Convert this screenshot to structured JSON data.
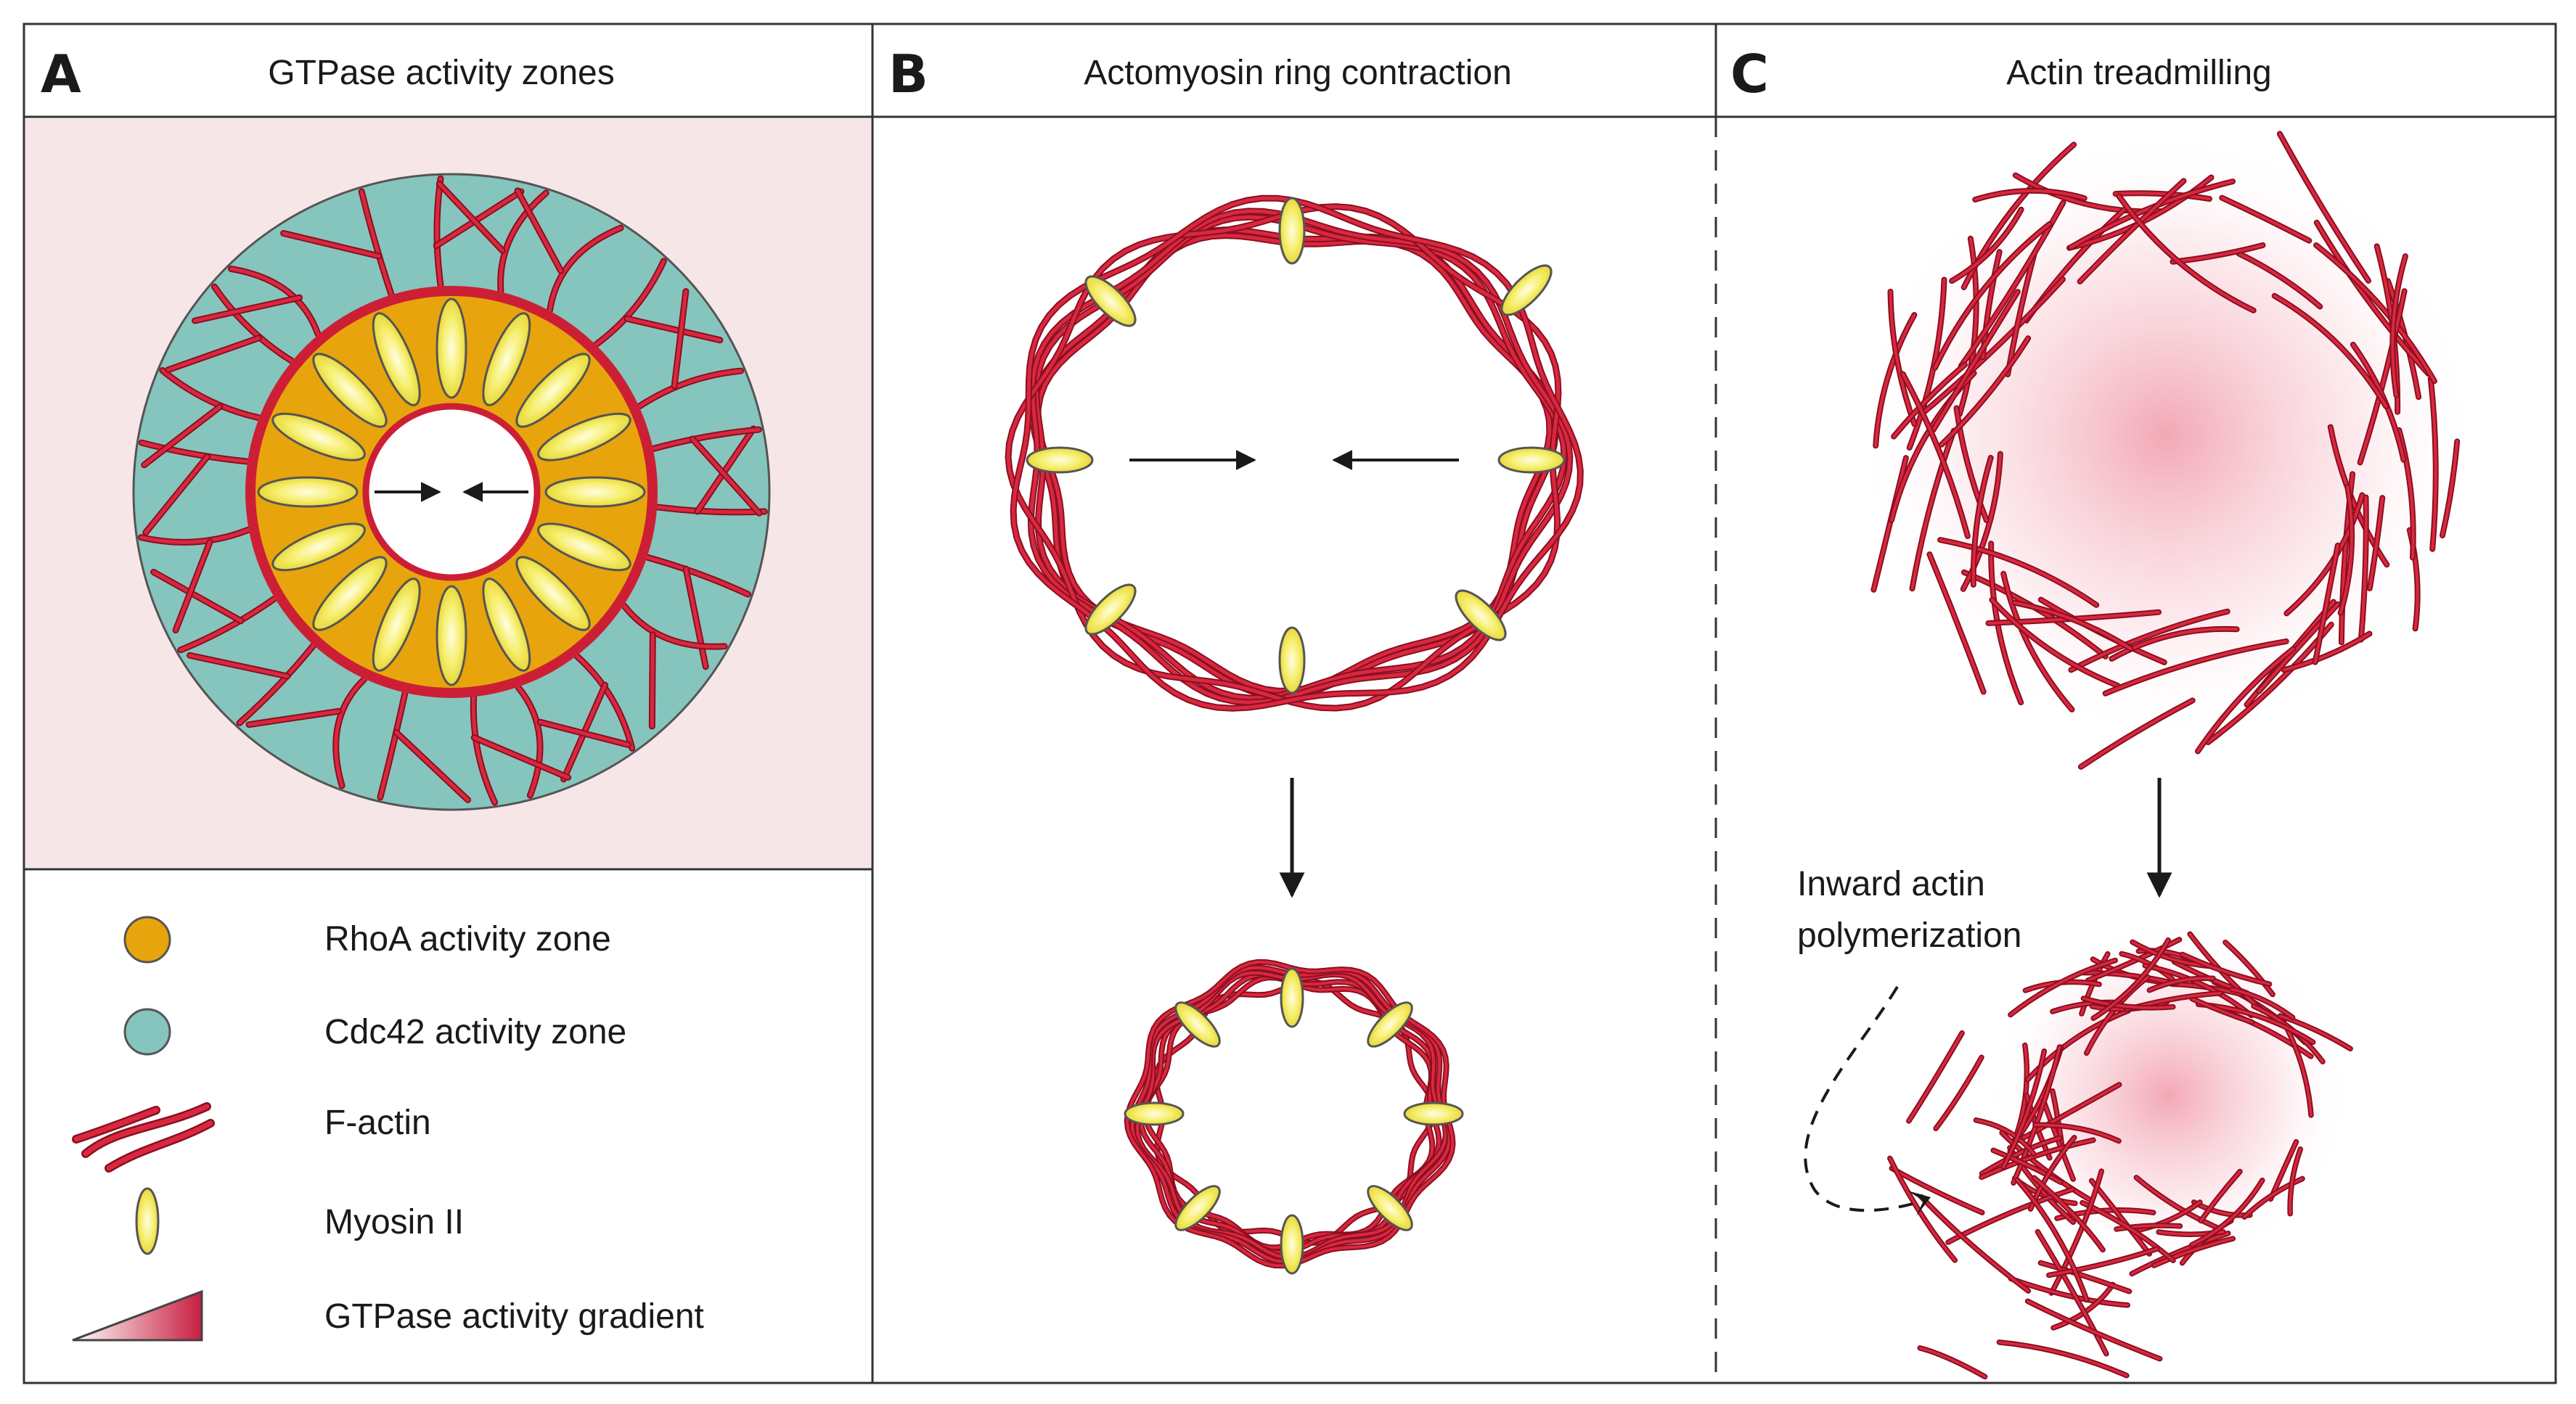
{
  "panels": [
    {
      "letter": "A",
      "title": "GTPase activity zones"
    },
    {
      "letter": "B",
      "title": "Actomyosin ring contraction"
    },
    {
      "letter": "C",
      "title": "Actin treadmilling"
    }
  ],
  "legend": {
    "rhoa": "RhoA activity zone",
    "cdc42": "Cdc42 activity zone",
    "factin": "F-actin",
    "myosin": "Myosin II",
    "gradient": "GTPase activity gradient"
  },
  "annotations": {
    "inward_line1": "Inward actin",
    "inward_line2": "polymerization"
  },
  "colors": {
    "rhoa_zone": "#e8a40c",
    "cdc42_zone": "#86c5bd",
    "factin": "#cc1f36",
    "myosin_fill": "#f4ec5c",
    "myosin_highlight": "#fdfbd0",
    "background_tint": "#f7e6e8",
    "gradient_end": "#c81e40"
  }
}
